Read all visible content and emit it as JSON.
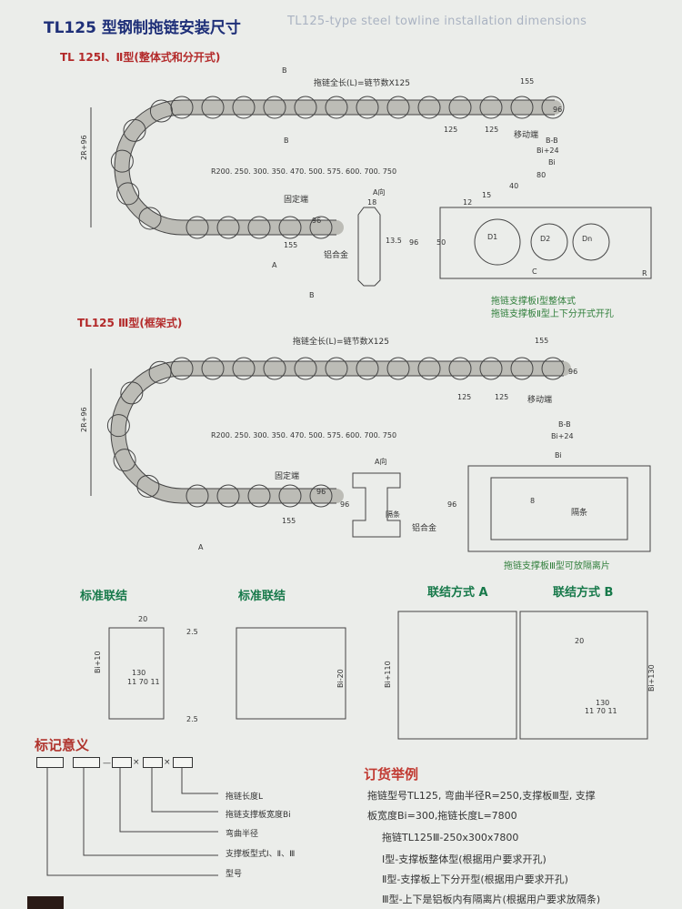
{
  "header": {
    "title_cn": "TL125 型钢制拖链安装尺寸",
    "title_en": "TL125-type steel towline installation dimensions"
  },
  "section1": {
    "title": "TL 125Ⅰ、Ⅱ型(整体式和分开式)",
    "length_label": "拖链全长(L)=链节数X125",
    "radius_label": "R200. 250. 300. 350. 470. 500. 575. 600. 700. 750",
    "fixed_end": "固定端",
    "moving_end": "移动端",
    "height_label": "2R+96",
    "dim_155": "155",
    "dim_125a": "125",
    "dim_125b": "125",
    "dim_96": "96",
    "dim_96b": "96",
    "dim_155b": "155",
    "b_top": "B",
    "b_mid": "B",
    "b_bottom": "B",
    "a_label": "A",
    "a_dir": "A向",
    "dim_18": "18",
    "dim_135": "13.5",
    "dim_96c": "96",
    "alloy": "铝合金",
    "bb": "B-B",
    "bi24": "Bi+24",
    "bi": "Bi",
    "d80": "80",
    "d40": "40",
    "d12": "12",
    "d15": "15",
    "d50": "50",
    "c_label": "C",
    "r_label": "R",
    "d1": "D1",
    "d2": "D2",
    "dn": "Dn",
    "note1": "拖链支撑板Ⅰ型整体式",
    "note2": "拖链支撑板Ⅱ型上下分开式开孔"
  },
  "section2": {
    "title": "TL125 Ⅲ型(框架式)",
    "length_label": "拖链全长(L)=链节数X125",
    "radius_label": "R200. 250. 300. 350. 470. 500. 575. 600. 700. 750",
    "fixed_end": "固定端",
    "moving_end": "移动端",
    "height_label": "2R+96",
    "dim_155": "155",
    "dim_125a": "125",
    "dim_125b": "125",
    "dim_96": "96",
    "dim_96b": "96",
    "dim_155b": "155",
    "a_label": "A",
    "a_dir": "A向",
    "dim_96c": "96",
    "alloy": "铝合金",
    "divider": "隔条",
    "divider2": "隔条",
    "bb": "B-B",
    "bi24": "Bi+24",
    "bi": "Bi",
    "d8": "8",
    "d96": "96",
    "note": "拖链支撑板Ⅲ型可放隔离片"
  },
  "connections": {
    "std1": "标准联结",
    "std2": "标准联结",
    "modeA": "联结方式 A",
    "modeB": "联结方式 B",
    "bi10": "Bi+10",
    "bi20": "Bi-20",
    "bi110": "Bi+110",
    "bi130": "Bi+130",
    "d130": "130",
    "d20": "20",
    "d25": "2.5",
    "nums": "11   70   11"
  },
  "marking": {
    "title": "标记意义",
    "items": [
      "拖链长度L",
      "拖链支撑板宽度Bi",
      "弯曲半径",
      "支撑板型式Ⅰ、Ⅱ、Ⅲ",
      "型号"
    ]
  },
  "order": {
    "title": "订货举例",
    "line1": "拖链型号TL125, 弯曲半径R=250,支撑板Ⅲ型, 支撑",
    "line2": "板宽度Bi=300,拖链长度L=7800",
    "line3": "拖链TL125Ⅲ-250x300x7800",
    "line4": "Ⅰ型-支撑板整体型(根据用户要求开孔)",
    "line5": "Ⅱ型-支撑板上下分开型(根据用户要求开孔)",
    "line6": "Ⅲ型-上下是铝板内有隔离片(根据用户要求放隔条)"
  }
}
